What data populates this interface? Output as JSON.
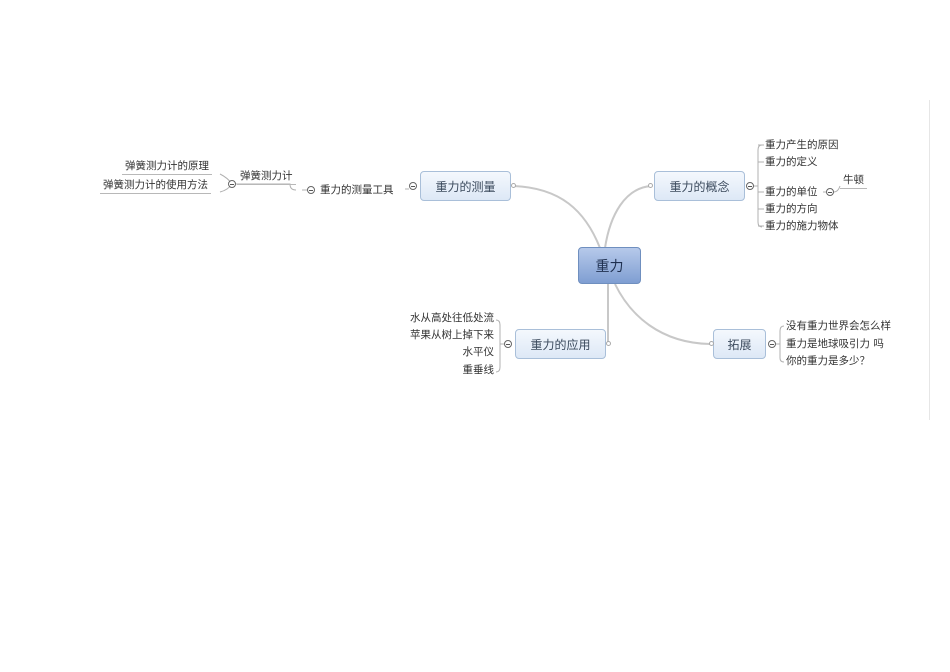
{
  "central": "重力",
  "topics": {
    "concept": {
      "label": "重力的概念",
      "items": [
        "重力产生的原因",
        "重力的定义",
        "重力的单位",
        "重力的方向",
        "重力的施力物体"
      ],
      "unit_child": "牛顿"
    },
    "measure": {
      "label": "重力的测量",
      "tool": "重力的测量工具",
      "tool_child": "弹簧测力计",
      "tool_grandchildren": [
        "弹簧测力计的原理",
        "弹簧测力计的使用方法"
      ]
    },
    "apply": {
      "label": "重力的应用",
      "items": [
        "水从高处往低处流",
        "苹果从树上掉下来",
        "水平仪",
        "重垂线"
      ]
    },
    "extend": {
      "label": "拓展",
      "items": [
        "没有重力世界会怎么样",
        "重力是地球吸引力 吗",
        "你的重力是多少？"
      ]
    }
  },
  "colors": {
    "connector": "#c8c8c8",
    "bracket": "#b0b0b0"
  }
}
